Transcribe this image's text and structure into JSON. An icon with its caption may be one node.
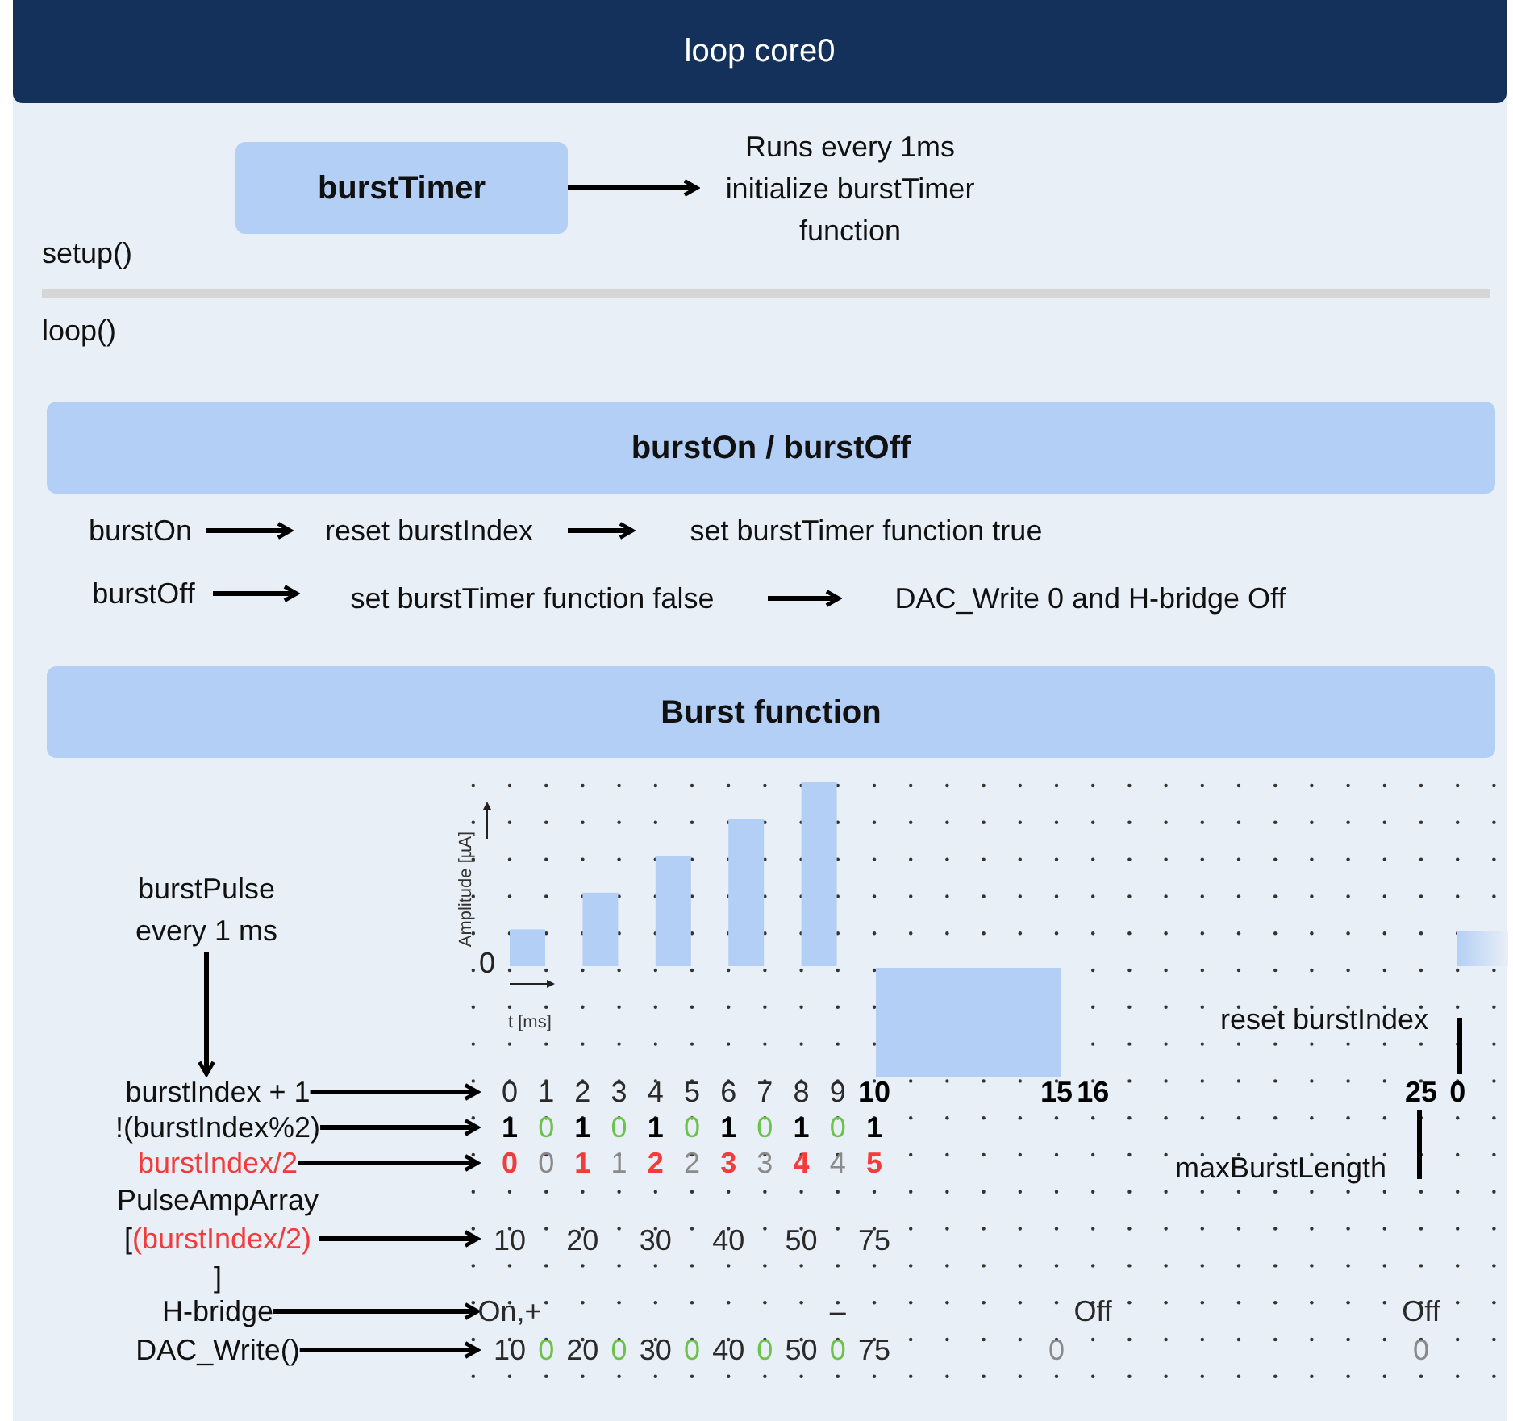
{
  "diagram": {
    "nodes": [
      {
        "text": [
          "loop core0"
        ]
      },
      {
        "text": [
          "burstTimer"
        ]
      },
      {
        "text": [
          "Runs every 1ms initialize burstTimer function"
        ]
      },
      {
        "text": [
          "burstOn / burstOff"
        ]
      },
      {
        "text": [
          "burstOn"
        ]
      },
      {
        "text": [
          "reset burstIndex"
        ]
      },
      {
        "text": [
          "set burstTimer function true"
        ]
      },
      {
        "text": [
          "burstOff"
        ]
      },
      {
        "text": [
          "set burstTimer function false"
        ]
      },
      {
        "text": [
          "DAC_Write 0 and H-bridge Off"
        ]
      },
      {
        "text": [
          "Burst function"
        ]
      },
      {
        "text": [
          "burstPulse every 1 ms"
        ]
      },
      {
        "text": [
          "burstIndex + 1"
        ]
      },
      {
        "text": [
          "0",
          "1",
          "2",
          "3",
          "4",
          "5",
          "6",
          "7",
          "8",
          "9",
          "10",
          "15",
          "16",
          "25",
          "0"
        ]
      },
      {
        "text": [
          "!(burstIndex%2)"
        ]
      },
      {
        "text": [
          "1",
          "0",
          "1",
          "0",
          "1",
          "0",
          "1",
          "0",
          "1",
          "0",
          "1"
        ]
      },
      {
        "text": [
          "burstIndex/2"
        ]
      },
      {
        "text": [
          "0",
          "0",
          "1",
          "1",
          "2",
          "2",
          "3",
          "3",
          "4",
          "4",
          "5"
        ]
      },
      {
        "text": [
          "PulseAmpArray",
          "[",
          "(burstIndex/2)",
          "]"
        ]
      },
      {
        "text": [
          "10",
          "20",
          "30",
          "40",
          "50",
          "75"
        ]
      },
      {
        "text": [
          "H-bridge"
        ]
      },
      {
        "text": [
          "On,+",
          "–",
          "Off",
          "Off"
        ]
      },
      {
        "text": [
          "DAC_Write()"
        ]
      },
      {
        "text": [
          "10",
          "0",
          "20",
          "0",
          "30",
          "0",
          "40",
          "0",
          "50",
          "0",
          "75",
          "0",
          "0"
        ]
      },
      {
        "text": [
          "reset burstIndex"
        ]
      },
      {
        "text": [
          "maxBurstLength"
        ]
      }
    ],
    "edges": [
      {
        "from": 1,
        "to": 2,
        "arrow": "to"
      },
      {
        "from": 4,
        "to": 5,
        "arrow": "to"
      },
      {
        "from": 5,
        "to": 6,
        "arrow": "to"
      },
      {
        "from": 7,
        "to": 8,
        "arrow": "to"
      },
      {
        "from": 8,
        "to": 9,
        "arrow": "to"
      },
      {
        "from": 11,
        "to": 12,
        "arrow": "to"
      },
      {
        "from": 12,
        "to": 13,
        "arrow": "to"
      },
      {
        "from": 14,
        "to": 15,
        "arrow": "to"
      },
      {
        "from": 16,
        "to": 17,
        "arrow": "to"
      },
      {
        "from": 18,
        "to": 19,
        "arrow": "to"
      },
      {
        "from": 20,
        "to": 21,
        "arrow": "to"
      },
      {
        "from": 22,
        "to": 23,
        "arrow": "to"
      },
      {
        "from": 24,
        "to": 13,
        "arrow": "none"
      },
      {
        "from": 25,
        "to": 13,
        "arrow": "none"
      }
    ],
    "labels": [
      "setup()",
      "loop()",
      "Amplitude [µA]",
      "0",
      "t [ms]"
    ]
  }
}
